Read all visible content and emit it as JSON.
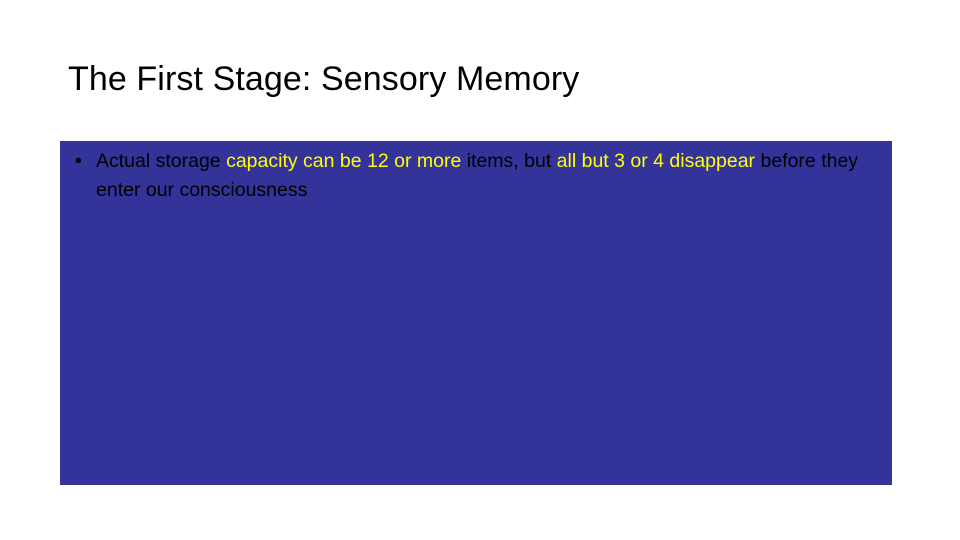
{
  "slide": {
    "title": "The First Stage: Sensory Memory",
    "background_color": "#ffffff",
    "content_box_color": "#333399",
    "highlight_color": "#ffff00",
    "body_text_color": "#000000",
    "bullet_marker": "•"
  },
  "body": {
    "bullets": [
      {
        "marker": "•",
        "plain_text": "Actual storage capacity can be 12 or more items, but all but 3 or 4 disappear before they enter our consciousness",
        "segments": [
          {
            "text": "Actual storage ",
            "style": "dark"
          },
          {
            "text": "capacity can be 12 or more",
            "style": "highlight"
          },
          {
            "text": " items, but ",
            "style": "dark"
          },
          {
            "text": "all but 3 or 4 disappear",
            "style": "highlight"
          },
          {
            "text": " before they enter our consciousness",
            "style": "dark"
          }
        ]
      }
    ]
  }
}
